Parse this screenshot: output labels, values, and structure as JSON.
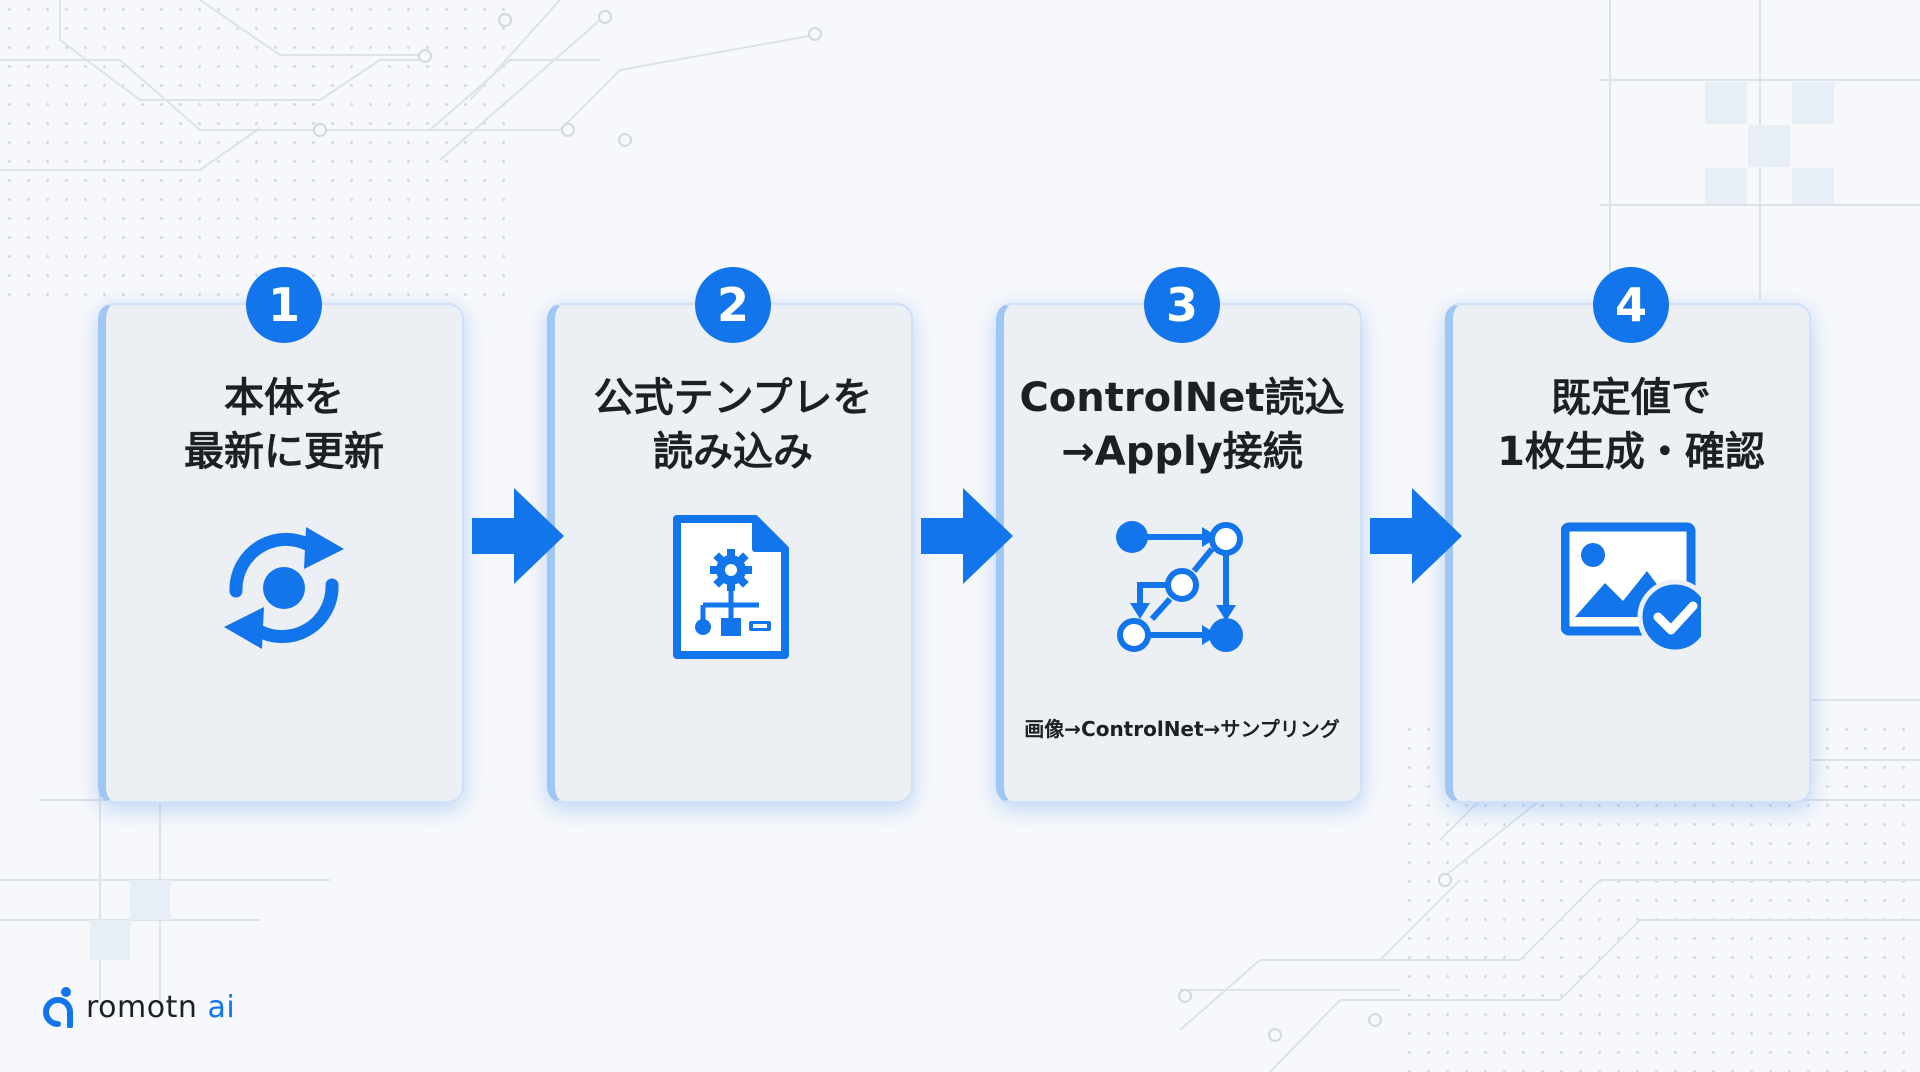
{
  "steps": [
    {
      "number": "1",
      "title": "本体を\n最新に更新",
      "icon": "refresh-icon",
      "note": ""
    },
    {
      "number": "2",
      "title": "公式テンプレを\n読み込み",
      "icon": "workflow-file-icon",
      "note": ""
    },
    {
      "number": "3",
      "title": "ControlNet読込\n→Apply接続",
      "icon": "node-connection-icon",
      "note": "画像→ControlNet→サンプリング"
    },
    {
      "number": "4",
      "title": "既定値で\n1枚生成・確認",
      "icon": "image-check-icon",
      "note": ""
    }
  ],
  "brand": {
    "name": "romotn",
    "suffix": "ai"
  },
  "colors": {
    "accent": "#1275eb",
    "card": "#ecf0f5",
    "card_border": "#9fc6f4",
    "text": "#1c1f24"
  }
}
